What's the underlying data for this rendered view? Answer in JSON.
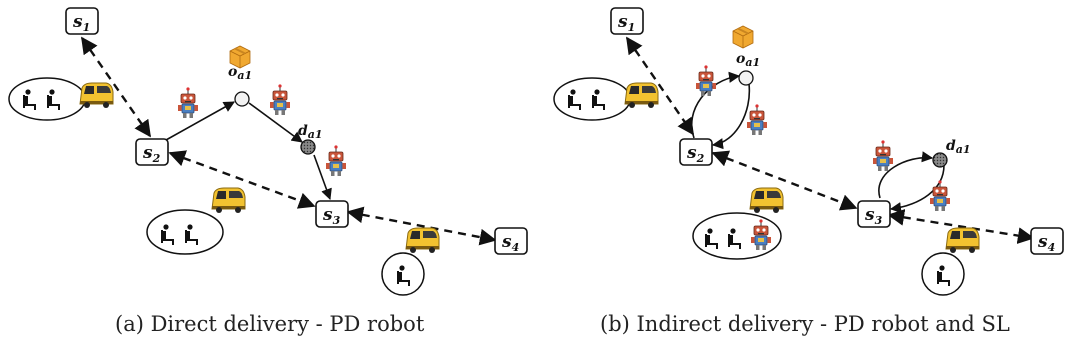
{
  "panel_a": {
    "caption": "(a) Direct delivery - PD robot",
    "stations": [
      {
        "id": "s1",
        "name": "s",
        "sub": "1"
      },
      {
        "id": "s2",
        "name": "s",
        "sub": "2"
      },
      {
        "id": "s3",
        "name": "s",
        "sub": "3"
      },
      {
        "id": "s4",
        "name": "s",
        "sub": "4"
      }
    ],
    "origin": {
      "name": "o",
      "sub": "a1"
    },
    "destination": {
      "name": "d",
      "sub": "a1"
    }
  },
  "panel_b": {
    "caption": "(b) Indirect delivery - PD robot and SL",
    "stations": [
      {
        "id": "s1",
        "name": "s",
        "sub": "1"
      },
      {
        "id": "s2",
        "name": "s",
        "sub": "2"
      },
      {
        "id": "s3",
        "name": "s",
        "sub": "3"
      },
      {
        "id": "s4",
        "name": "s",
        "sub": "4"
      }
    ],
    "origin": {
      "name": "o",
      "sub": "a1"
    },
    "destination": {
      "name": "d",
      "sub": "a1"
    }
  },
  "icons": [
    "robot-icon",
    "package-icon",
    "shuttle-icon",
    "passenger-icon"
  ]
}
